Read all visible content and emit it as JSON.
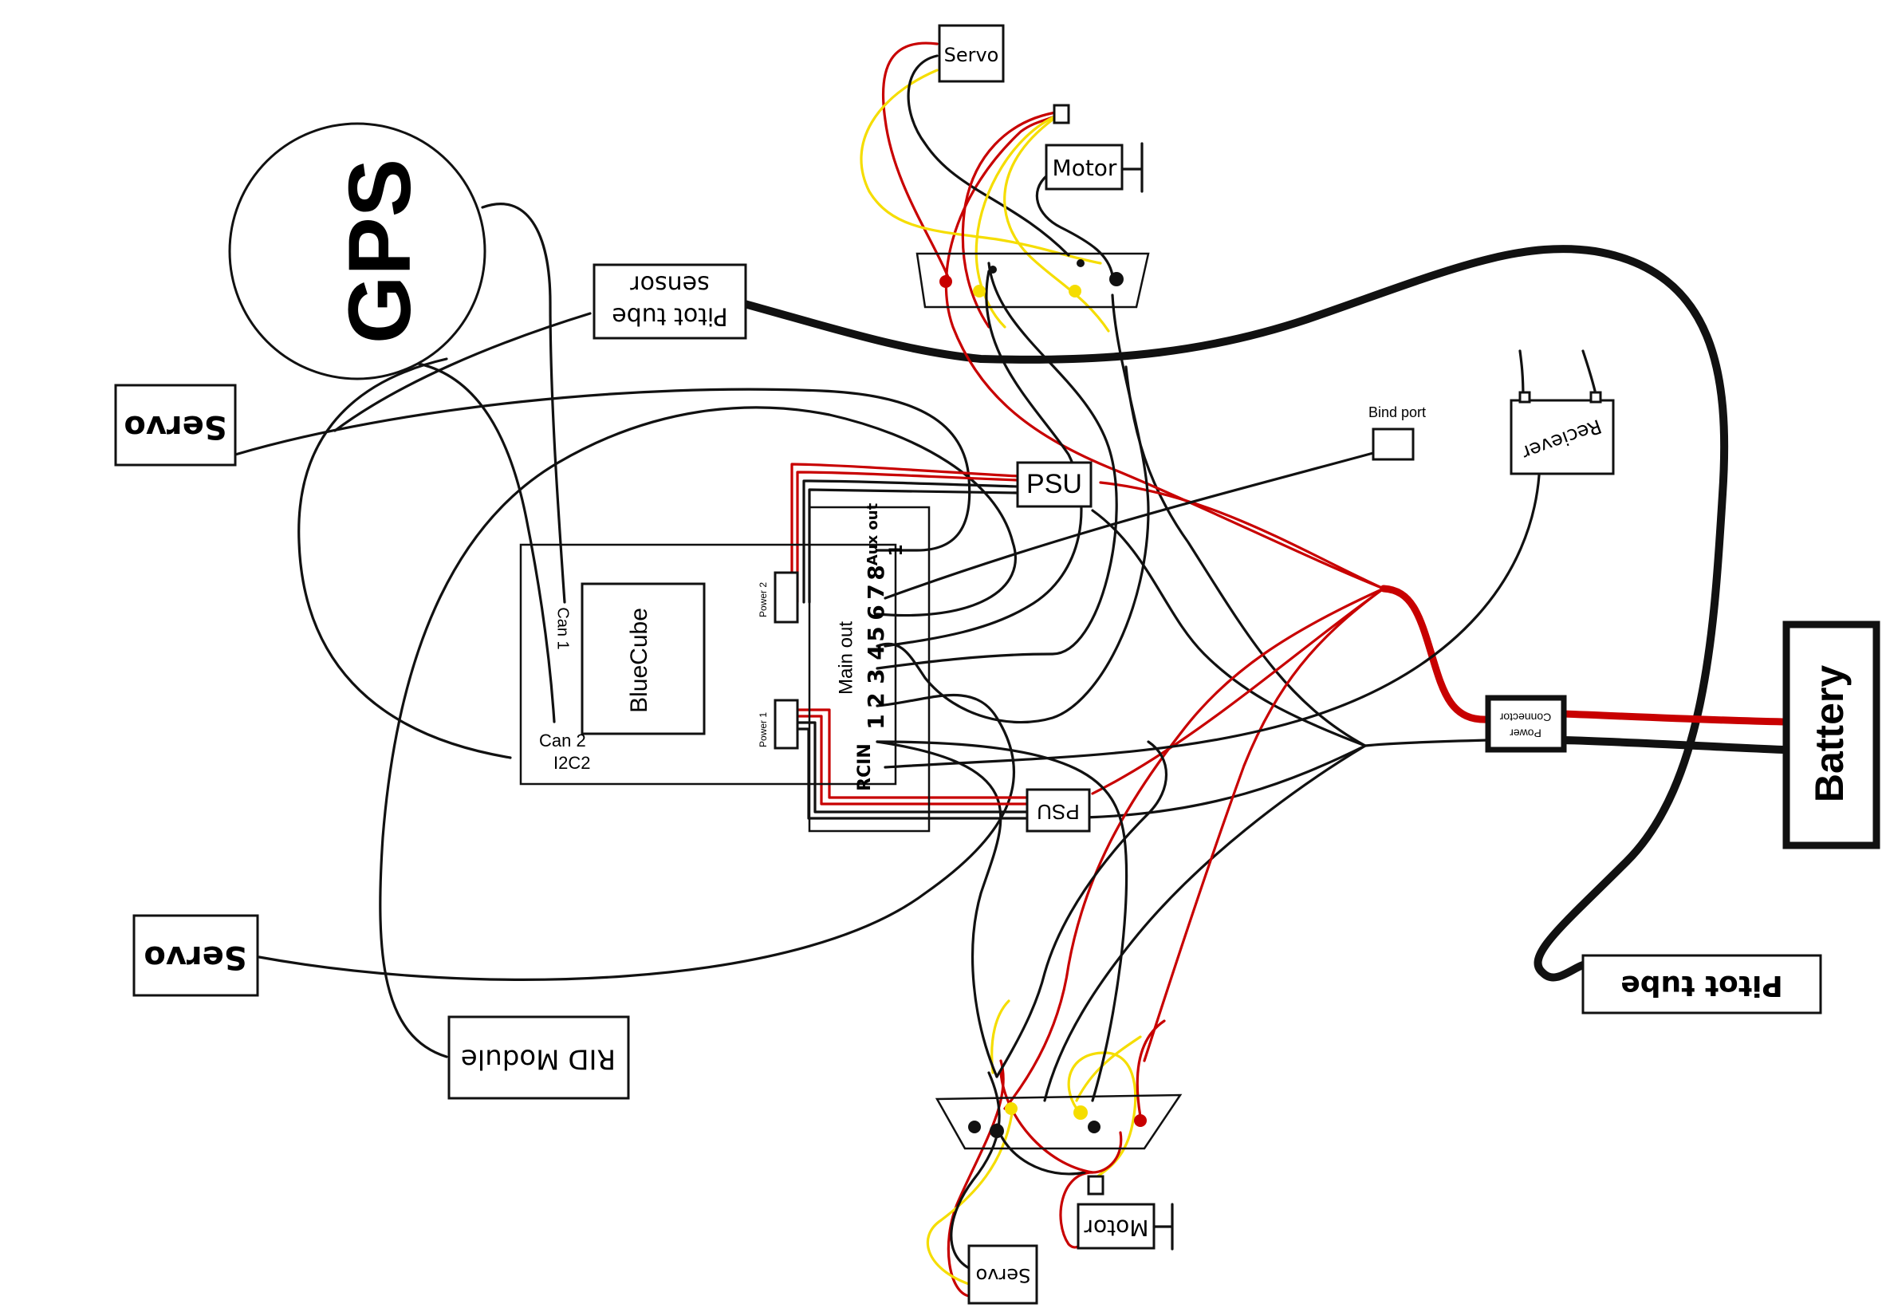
{
  "diagram": {
    "components": {
      "gps": "GPS",
      "pitot_sensor_line1": "Pitot tube",
      "pitot_sensor_line2": "sensor",
      "servo_left_top": "Servo",
      "servo_left_bottom": "Servo",
      "servo_top": "Servo",
      "servo_bottom": "Servo",
      "motor_top": "Motor",
      "motor_bottom": "Motor",
      "bluecube": "BlueCube",
      "can1": "Can 1",
      "can2": "Can 2",
      "i2c2": "I2C2",
      "power1": "Power 1",
      "power2": "Power 2",
      "main_out": "Main out",
      "main_out_numbers": [
        "1",
        "2",
        "3",
        "4",
        "5",
        "6",
        "7",
        "8"
      ],
      "aux_out": "Aux out",
      "aux_num": "1",
      "rcin": "RCIN",
      "psu_top": "PSU",
      "psu_bottom": "PSU",
      "bind_port": "Bind port",
      "receiver": "Reciever",
      "power_connector_line1": "Power",
      "power_connector_line2": "Connector",
      "battery": "Battery",
      "pitot_tube": "Pitot tube",
      "rid_module": "RID Module"
    },
    "colors": {
      "wire_black": "#111111",
      "wire_red": "#c80000",
      "wire_yellow": "#f5dd00",
      "background": "#ffffff"
    }
  }
}
